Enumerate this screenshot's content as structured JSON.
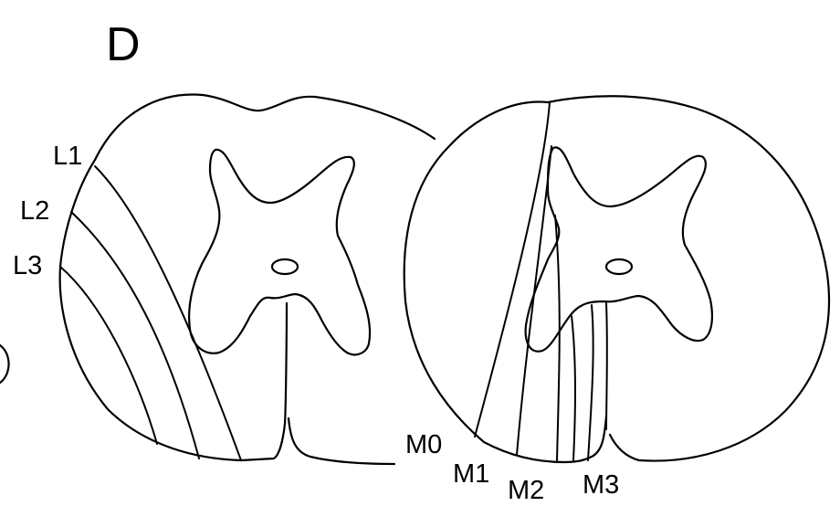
{
  "panel_label": "D",
  "left_section": {
    "lesion_labels": [
      "L1",
      "L2",
      "L3"
    ]
  },
  "right_section": {
    "lesion_labels": [
      "M0",
      "M1",
      "M2",
      "M3"
    ]
  },
  "colors": {
    "ink": "#000000",
    "background": "#ffffff"
  }
}
